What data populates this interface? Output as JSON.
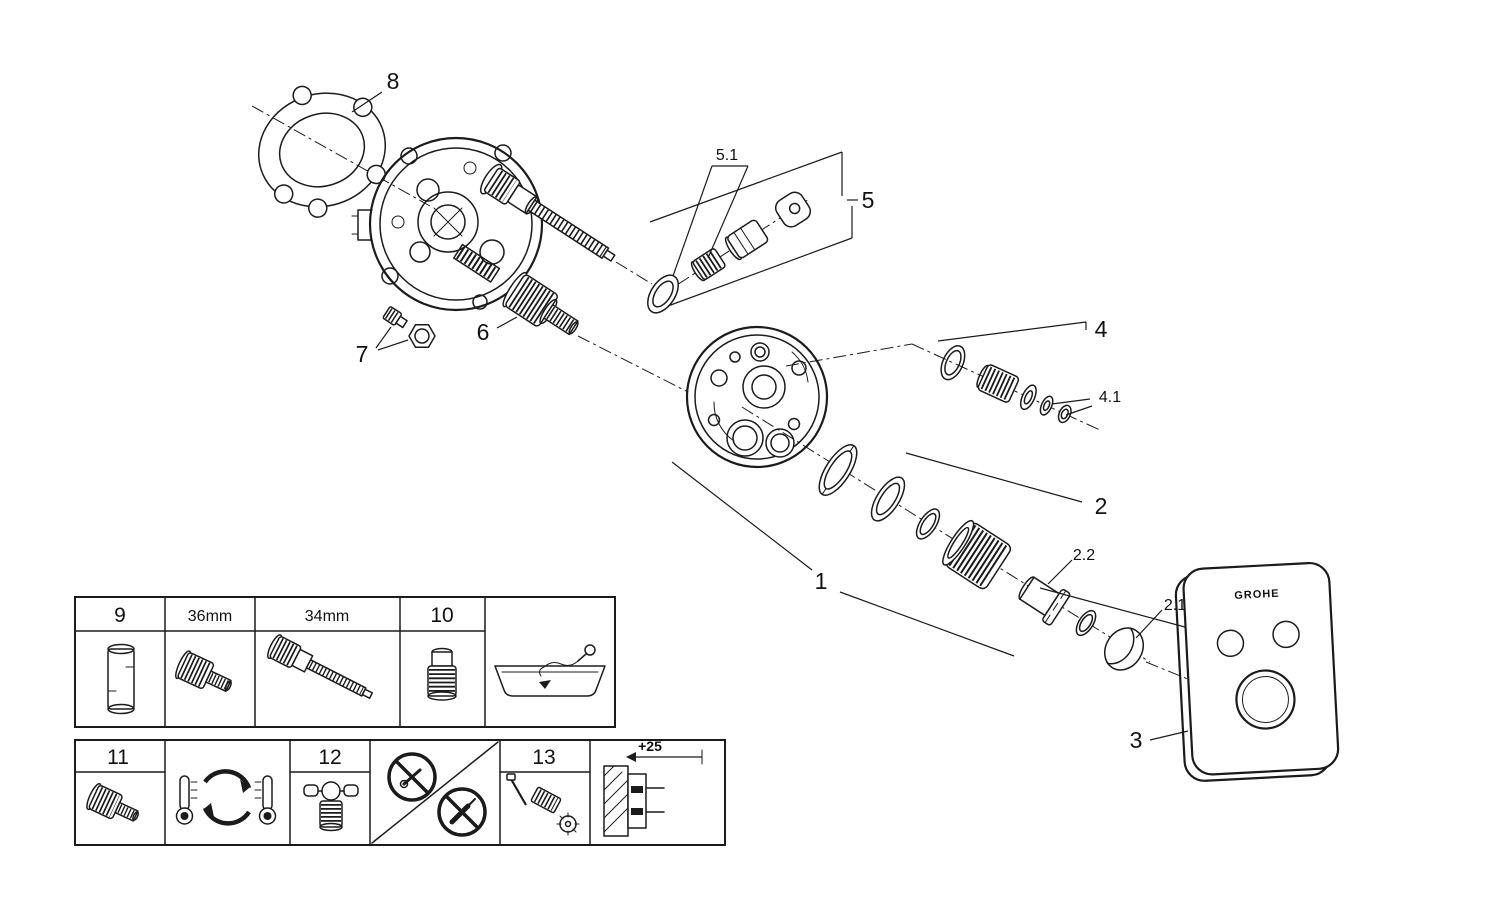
{
  "diagram": {
    "callouts": {
      "part1": "1",
      "part2": "2",
      "part2_1": "2.1",
      "part2_2": "2.2",
      "part3": "3",
      "part4": "4",
      "part4_1": "4.1",
      "part5": "5",
      "part5_1": "5.1",
      "part6": "6",
      "part7": "7",
      "part8": "8"
    },
    "plate_brand": "GROHE",
    "legend": {
      "cell9": "9",
      "cell36mm": "36mm",
      "cell34mm": "34mm",
      "cell10": "10",
      "cell11": "11",
      "cell12": "12",
      "cell13": "13",
      "dimension": "+25"
    }
  }
}
